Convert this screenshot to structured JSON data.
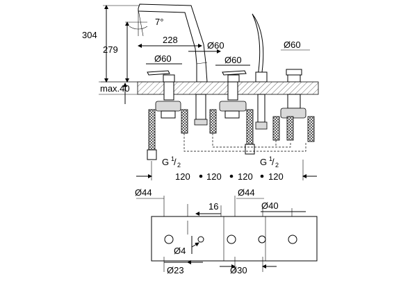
{
  "side_view": {
    "height_total": "304",
    "height_spout": "279",
    "angle": "7°",
    "reach": "228",
    "spout_diameter": "Ø60",
    "handle1_diameter": "Ø60",
    "handle2_diameter": "Ø60",
    "diverter_diameter": "Ø60",
    "deck_thickness": "max.40",
    "connection1_prefix": "G",
    "connection1_num": "1",
    "connection1_den": "2",
    "connection2_prefix": "G",
    "connection2_num": "1",
    "connection2_den": "2",
    "spacings": [
      "120",
      "120",
      "120",
      "120"
    ]
  },
  "deck_view": {
    "hole1_diameter": "Ø44",
    "hole2_diameter": "Ø44",
    "offset": "16",
    "hole3_diameter": "Ø40",
    "pin_diameter": "Ø4",
    "hole_small": "Ø23",
    "hole_mid": "Ø30"
  }
}
